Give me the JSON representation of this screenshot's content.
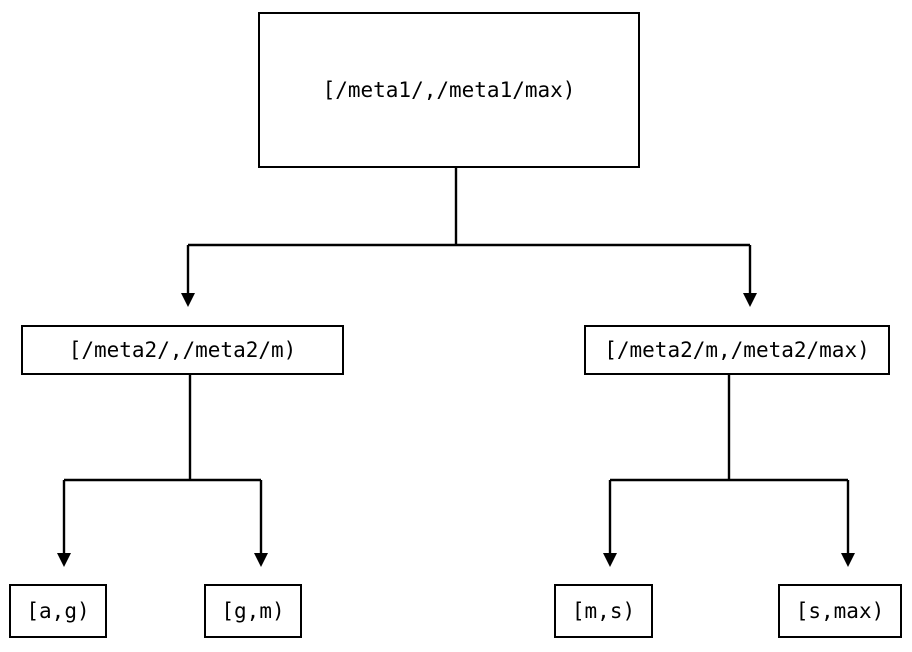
{
  "diagram": {
    "title": "interval-partition-tree",
    "type": "tree",
    "background_color": "#ffffff",
    "stroke_color": "#000000",
    "text_color": "#000000",
    "nodes": {
      "root": {
        "label": "[/meta1/,/meta1/max)"
      },
      "mid_left": {
        "label": "[/meta2/,/meta2/m)"
      },
      "mid_right": {
        "label": "[/meta2/m,/meta2/max)"
      },
      "leaves": [
        {
          "label": "[a,g)"
        },
        {
          "label": "[g,m)"
        },
        {
          "label": "[m,s)"
        },
        {
          "label": "[s,max)"
        }
      ]
    },
    "edges": [
      {
        "from": "root",
        "to": "mid_left",
        "arrow": "down-triangle"
      },
      {
        "from": "root",
        "to": "mid_right",
        "arrow": "down-triangle"
      },
      {
        "from": "mid_left",
        "to": "leaf-0",
        "arrow": "down-triangle"
      },
      {
        "from": "mid_left",
        "to": "leaf-1",
        "arrow": "down-triangle"
      },
      {
        "from": "mid_right",
        "to": "leaf-2",
        "arrow": "down-triangle"
      },
      {
        "from": "mid_right",
        "to": "leaf-3",
        "arrow": "down-triangle"
      }
    ]
  }
}
